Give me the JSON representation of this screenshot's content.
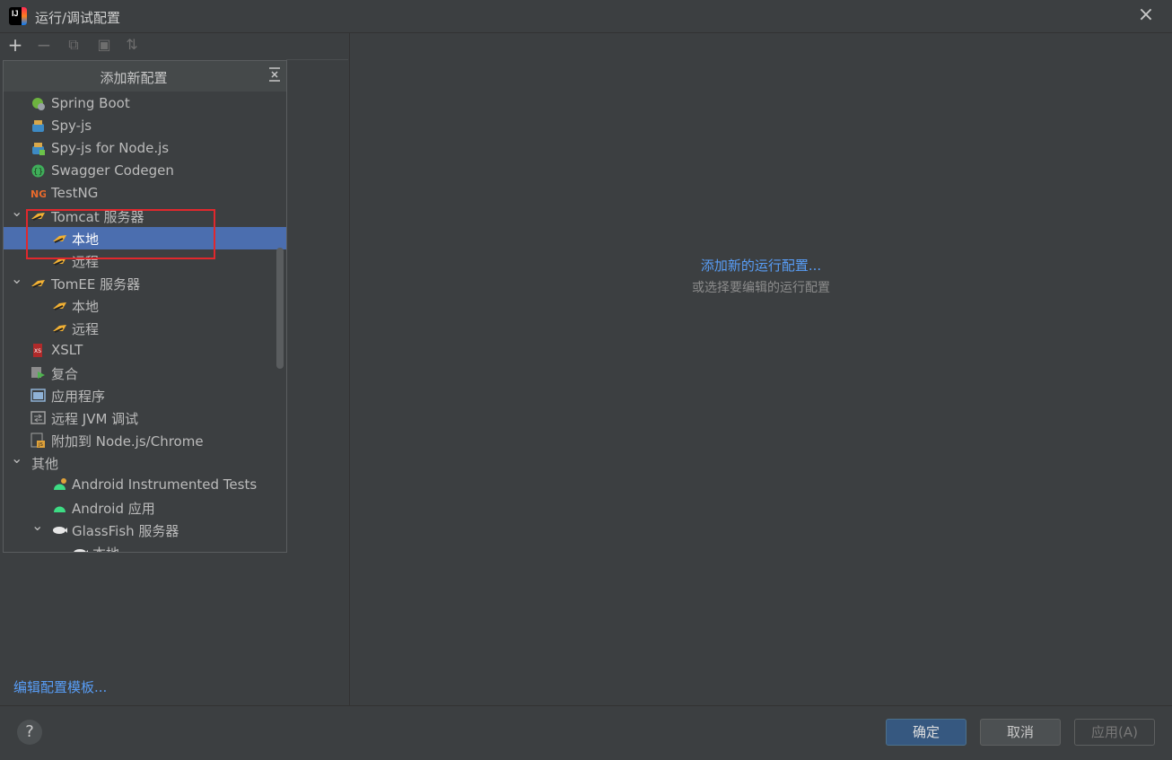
{
  "window": {
    "title": "运行/调试配置",
    "close_icon": "×"
  },
  "toolbar": {
    "add_icon": "+",
    "remove_icon": "−",
    "copy_icon": "⧉",
    "folder_icon": "▣",
    "sort_icon": "⇅"
  },
  "popup": {
    "title": "添加新配置",
    "items": [
      {
        "label": "Spring Boot",
        "level": 0,
        "icon": "spring-boot"
      },
      {
        "label": "Spy-js",
        "level": 0,
        "icon": "spy-js"
      },
      {
        "label": "Spy-js for Node.js",
        "level": 0,
        "icon": "spy-js-node"
      },
      {
        "label": "Swagger Codegen",
        "level": 0,
        "icon": "swagger"
      },
      {
        "label": "TestNG",
        "level": 0,
        "icon": "testng"
      },
      {
        "label": "Tomcat 服务器",
        "level": 0,
        "icon": "tomcat",
        "expanded": true
      },
      {
        "label": "本地",
        "level": 1,
        "icon": "tomcat",
        "selected": true
      },
      {
        "label": "远程",
        "level": 1,
        "icon": "tomcat"
      },
      {
        "label": "TomEE 服务器",
        "level": 0,
        "icon": "tomcat",
        "expanded": true
      },
      {
        "label": "本地",
        "level": 1,
        "icon": "tomcat"
      },
      {
        "label": "远程",
        "level": 1,
        "icon": "tomcat"
      },
      {
        "label": "XSLT",
        "level": 0,
        "icon": "xslt"
      },
      {
        "label": "复合",
        "level": 0,
        "icon": "compound"
      },
      {
        "label": "应用程序",
        "level": 0,
        "icon": "application"
      },
      {
        "label": "远程 JVM 调试",
        "level": 0,
        "icon": "remote-jvm"
      },
      {
        "label": "附加到 Node.js/Chrome",
        "level": 0,
        "icon": "nodejs"
      },
      {
        "label": "其他",
        "level": -1,
        "expanded": true
      },
      {
        "label": "Android Instrumented Tests",
        "level": 1,
        "icon": "android-test"
      },
      {
        "label": "Android 应用",
        "level": 1,
        "icon": "android"
      },
      {
        "label": "GlassFish 服务器",
        "level": 1,
        "icon": "glassfish",
        "expanded": true,
        "arrow": true
      },
      {
        "label": "本地",
        "level": 2,
        "icon": "glassfish"
      }
    ]
  },
  "left": {
    "edit_templates_link": "编辑配置模板..."
  },
  "right": {
    "add_link": "添加新的运行配置...",
    "hint": "或选择要编辑的运行配置"
  },
  "footer": {
    "help_label": "?",
    "ok_label": "确定",
    "cancel_label": "取消",
    "apply_label": "应用(A)"
  }
}
